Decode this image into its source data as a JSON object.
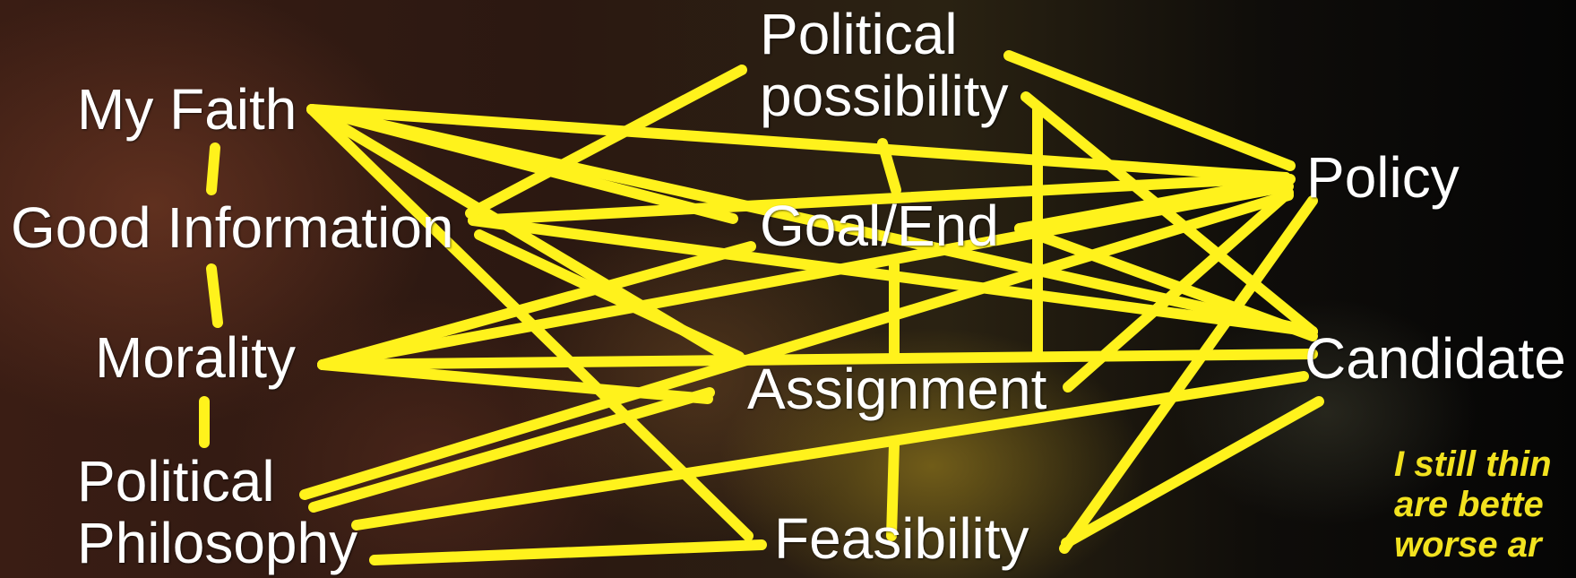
{
  "colors": {
    "link_yellow": "#fff21c",
    "node_text": "#ffffff",
    "quote_text": "#f2e21f"
  },
  "nodes": {
    "my_faith": "My Faith",
    "good_information": "Good Information",
    "morality": "Morality",
    "political_philosophy": {
      "line1": "Political",
      "line2": "Philosophy"
    },
    "political_possibility": {
      "line1": "Political",
      "line2": "possibility"
    },
    "goal_end": "Goal/End",
    "assignment": "Assignment",
    "feasibility": "Feasibility",
    "policy": "Policy",
    "candidate": "Candidate"
  },
  "quote": {
    "line1": "I still thin",
    "line2": "are bette",
    "line3": "worse ar"
  }
}
